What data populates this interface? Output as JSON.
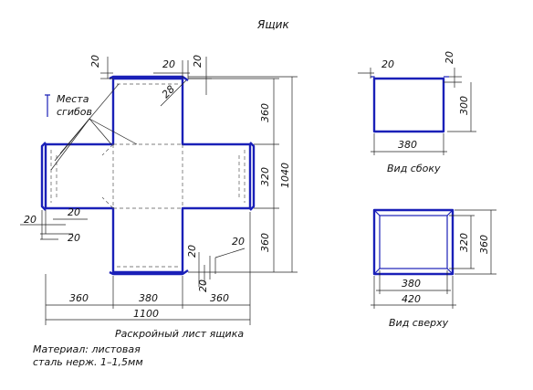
{
  "title": "Ящик",
  "bends_label_1": "Места",
  "bends_label_2": "сгибов",
  "blank_caption": "Раскройный лист ящика",
  "side_caption": "Вид сбоку",
  "top_caption": "Вид сверху",
  "material_line1": "Материал: листовая",
  "material_line2": "сталь нерж. 1–1,5мм",
  "dims": {
    "top_flange": "20",
    "top_flange_w": "20",
    "top_corner": "20",
    "diag": "28",
    "right_360_top": "360",
    "right_320": "320",
    "right_360_bot": "360",
    "total_1040": "1040",
    "left_20_a": "20",
    "left_20_b": "20",
    "left_20_c": "20",
    "bottom_20_a": "20",
    "bottom_20_b": "20",
    "bottom_20_c": "20",
    "bottom_360_left": "360",
    "bottom_380": "380",
    "bottom_360_right": "360",
    "bottom_1100": "1100",
    "side_20_left": "20",
    "side_20_right": "20",
    "side_300": "300",
    "side_380": "380",
    "top_view_320": "320",
    "top_view_360": "360",
    "top_view_380": "380",
    "top_view_420": "420"
  }
}
